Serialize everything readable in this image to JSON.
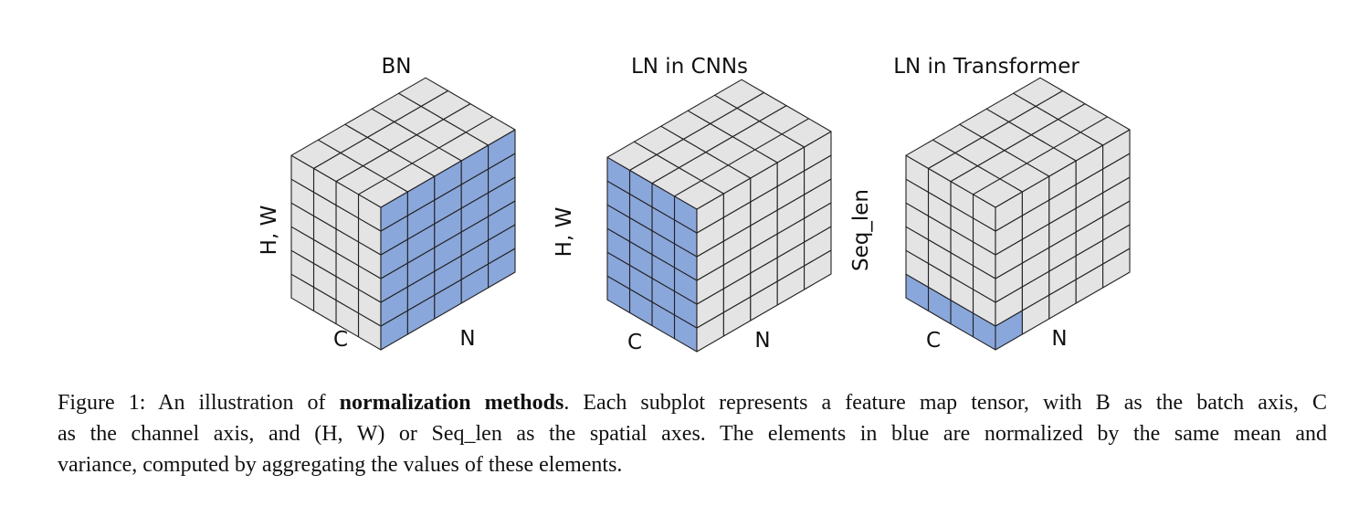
{
  "panels": [
    {
      "title": "BN",
      "axis_left": "H, W",
      "axis_bottom_left": "C",
      "axis_bottom_right": "N",
      "highlight": "bn"
    },
    {
      "title": "LN in CNNs",
      "axis_left": "H, W",
      "axis_bottom_left": "C",
      "axis_bottom_right": "N",
      "highlight": "ln_cnn"
    },
    {
      "title": "LN in Transformer",
      "axis_left": "Seq_len",
      "axis_bottom_left": "C",
      "axis_bottom_right": "N",
      "highlight": "ln_transformer"
    }
  ],
  "colors": {
    "grey_face": "#e4e4e4",
    "blue_face": "#8aa7dc",
    "edge": "#222222"
  },
  "caption": {
    "line1_pre": "Figure 1: An illustration of ",
    "line1_bold": "normalization methods",
    "line1_post": ". Each subplot represents a feature map tensor, with B as the batch axis, C",
    "line2": "as the channel axis, and (H, W) or Seq_len as the spatial axes. The elements in blue are normalized by the same mean and",
    "line3": "variance, computed by aggregating the values of these elements."
  }
}
